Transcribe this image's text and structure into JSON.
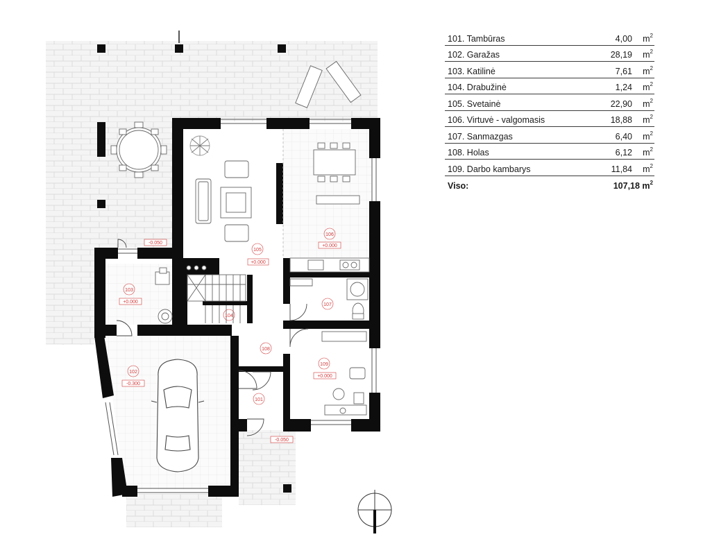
{
  "rooms": [
    {
      "name": "101. Tambūras",
      "area": "4,00",
      "unit": "m",
      "exp": "2"
    },
    {
      "name": "102. Garažas",
      "area": "28,19",
      "unit": "m",
      "exp": "2"
    },
    {
      "name": "103. Katilinė",
      "area": "7,61",
      "unit": "m",
      "exp": "2"
    },
    {
      "name": "104. Drabužinė",
      "area": "1,24",
      "unit": "m",
      "exp": "2"
    },
    {
      "name": "105. Svetainė",
      "area": "22,90",
      "unit": "m",
      "exp": "2"
    },
    {
      "name": "106. Virtuvė - valgomasis",
      "area": "18,88",
      "unit": "m",
      "exp": "2"
    },
    {
      "name": "107. Sanmazgas",
      "area": "6,40",
      "unit": "m",
      "exp": "2"
    },
    {
      "name": "108. Holas",
      "area": "6,12",
      "unit": "m",
      "exp": "2"
    },
    {
      "name": "109. Darbo kambarys",
      "area": "11,84",
      "unit": "m",
      "exp": "2"
    }
  ],
  "total": {
    "label": "Viso:",
    "area": "107,18 m",
    "exp": "2"
  },
  "plan_labels": {
    "r101": "101",
    "r102": "102",
    "r103": "103",
    "r104": "104",
    "r105": "105",
    "r106": "106",
    "r107": "107",
    "r108": "108",
    "r109": "109",
    "lvl_102": "-0.300",
    "lvl_103": "+0.000",
    "lvl_105": "+0.000",
    "lvl_106": "+0.000",
    "lvl_109": "+0.000",
    "lvl_terrace": "-0.050",
    "lvl_entry": "-0.050"
  },
  "colors": {
    "wall": "#0d0d0d",
    "tag": "#d23b3b",
    "paving": "#f4f4f4",
    "tile_line": "#dcdcdc"
  }
}
